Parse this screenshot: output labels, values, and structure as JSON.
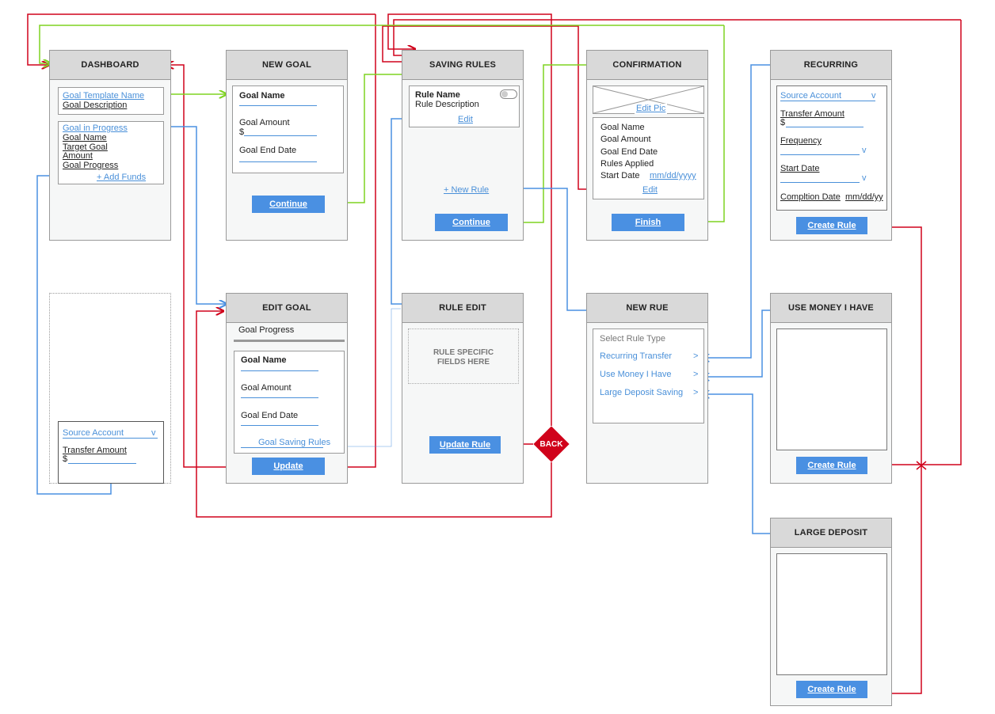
{
  "colors": {
    "red": "#d0021b",
    "blue": "#4a90e2",
    "green": "#7ed321"
  },
  "dashboard": {
    "title": "DASHBOARD",
    "template_name": "Goal Template Name",
    "template_desc": "Goal Description",
    "progress_link": "Goal in Progress",
    "goal_name": "Goal Name",
    "target_line1": "Target Goal",
    "target_line2": "Amount",
    "goal_progress": "Goal Progress",
    "add_funds": "+ Add Funds"
  },
  "add_funds_popup": {
    "source": "Source Account",
    "source_arrow": "v",
    "transfer": "Transfer Amount",
    "dollar": "$"
  },
  "new_goal": {
    "title": "NEW GOAL",
    "name": "Goal Name",
    "amount": "Goal Amount",
    "dollar": "$",
    "end_date": "Goal End Date",
    "button": "Continue"
  },
  "saving_rules": {
    "title": "SAVING RULES",
    "rule_name": "Rule Name",
    "rule_desc": "Rule Description",
    "edit": "Edit",
    "new_rule": "+ New Rule",
    "button": "Continue"
  },
  "confirmation": {
    "title": "CONFIRMATION",
    "edit_pic": "Edit Pic",
    "name": "Goal Name",
    "amount": "Goal Amount",
    "end_date": "Goal End Date",
    "rules": "Rules Applied",
    "start": "Start Date",
    "start_value": "mm/dd/yyyy",
    "edit": "Edit",
    "button": "Finish"
  },
  "recurring": {
    "title": "RECURRING",
    "source": "Source Account",
    "source_arrow": "v",
    "transfer": "Transfer Amount",
    "dollar": "$",
    "frequency": "Frequency",
    "freq_arrow": "v",
    "start": "Start Date",
    "start_arrow": "v",
    "completion": "Compltion Date",
    "completion_value": "mm/dd/yy",
    "button": "Create Rule"
  },
  "edit_goal": {
    "title": "EDIT GOAL",
    "progress": "Goal Progress",
    "name": "Goal Name",
    "amount": "Goal Amount",
    "end_date": "Goal End Date",
    "saving_rules": "Goal Saving Rules",
    "button": "Update"
  },
  "rule_edit": {
    "title": "RULE EDIT",
    "placeholder_line1": "RULE SPECIFIC",
    "placeholder_line2": "FIELDS HERE",
    "button": "Update Rule",
    "back": "BACK"
  },
  "new_rule": {
    "title": "NEW RUE",
    "select": "Select Rule Type",
    "options": [
      {
        "label": "Recurring Transfer",
        "arrow": ">"
      },
      {
        "label": "Use Money I Have",
        "arrow": ">"
      },
      {
        "label": "Large Deposit Saving",
        "arrow": ">"
      }
    ]
  },
  "use_money": {
    "title": "USE MONEY I HAVE",
    "button": "Create Rule"
  },
  "large_deposit": {
    "title": "LARGE DEPOSIT",
    "button": "Create Rule"
  }
}
